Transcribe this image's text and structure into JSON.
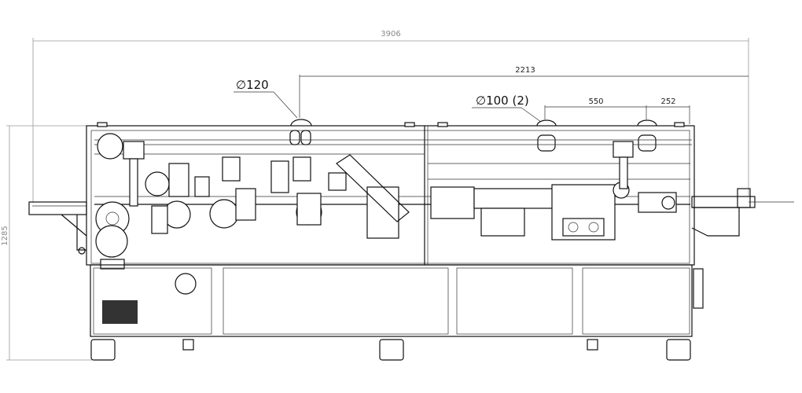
{
  "dimensions": {
    "overall_length": "3906",
    "overall_height": "1285",
    "offset_2213": "2213",
    "spacing_550": "550",
    "spacing_252": "252"
  },
  "callouts": {
    "dust_port_large": "∅120",
    "dust_port_small": "∅100 (2)"
  }
}
